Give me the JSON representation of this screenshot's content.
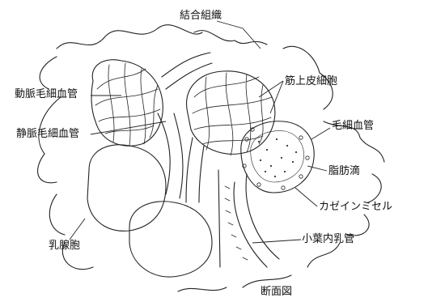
{
  "labels": {
    "connective_tissue": "結合組織",
    "arterial_capillary": "動脈毛細血管",
    "myoepithelial_cell": "筋上皮細胞",
    "venous_capillary": "静脈毛細血管",
    "capillary": "毛細血管",
    "fat_droplet": "脂肪滴",
    "casein_micelle": "カゼインミセル",
    "intralobular_duct": "小葉内乳管",
    "alveolus": "乳腺胞",
    "cross_section": "断面図"
  }
}
